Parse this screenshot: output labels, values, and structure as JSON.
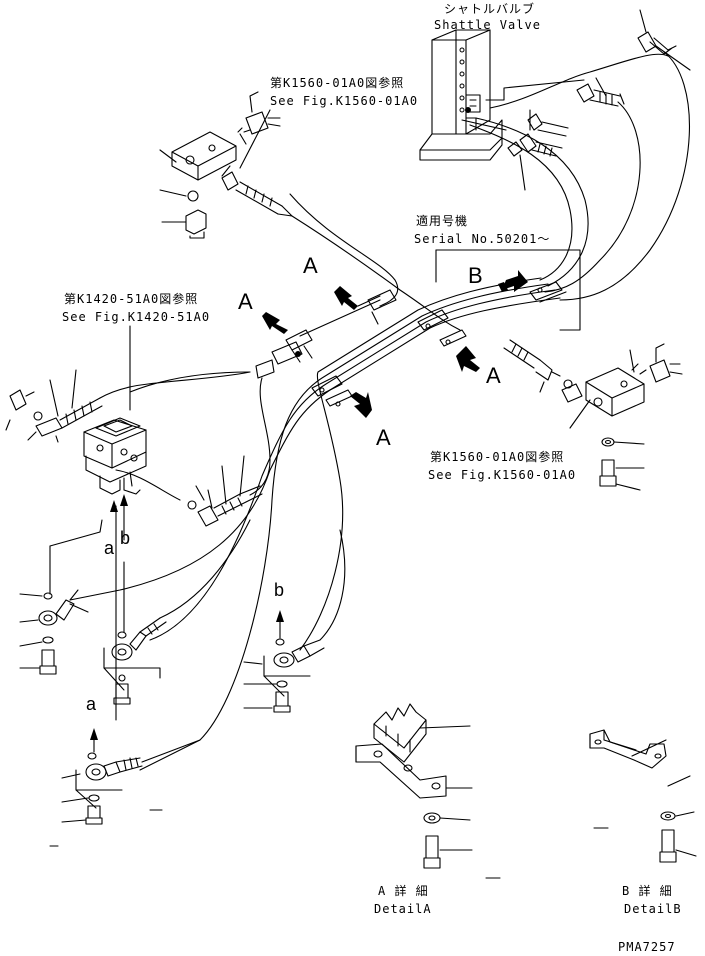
{
  "labels": {
    "shuttle_valve_jp": "シャトルバルブ",
    "shuttle_valve_en": "Shattle Valve",
    "ref_k1560_top_jp": "第K1560-01A0図参照",
    "ref_k1560_top_en": "See Fig.K1560-01A0",
    "ref_k1420_jp": "第K1420-51A0図参照",
    "ref_k1420_en": "See Fig.K1420-51A0",
    "applicable_jp": "適用号機",
    "serial_en": "Serial No.50201～",
    "ref_k1560_right_jp": "第K1560-01A0図参照",
    "ref_k1560_right_en": "See Fig.K1560-01A0",
    "detail_a_jp": "A 詳 細",
    "detail_a_en": "DetailA",
    "detail_b_jp": "B 詳 細",
    "detail_b_en": "DetailB",
    "drawing_no": "PMA7257"
  },
  "markers": {
    "A": "A",
    "B": "B",
    "a": "a",
    "b": "b"
  }
}
